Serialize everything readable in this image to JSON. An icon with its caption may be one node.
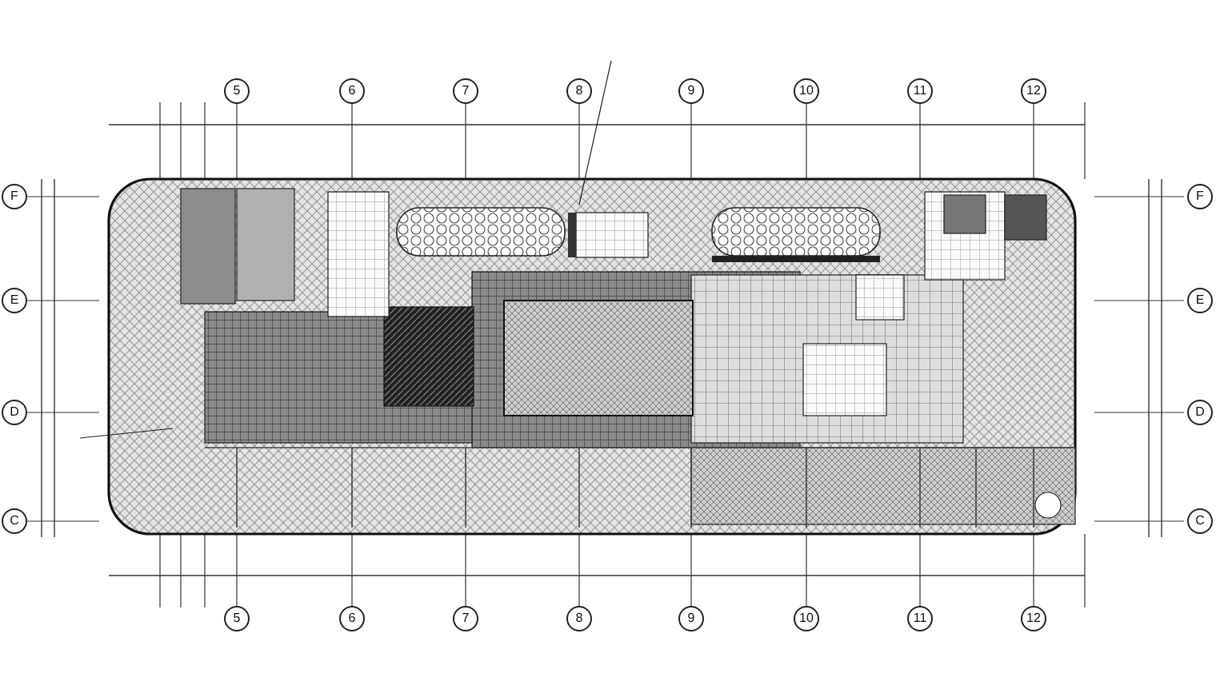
{
  "diagram": {
    "labels": [
      "5",
      "6",
      "7",
      "8",
      "9",
      "10",
      "11",
      "12",
      "F",
      "E",
      "D",
      "C",
      "F",
      "E",
      "D",
      "C",
      "5",
      "6",
      "7",
      "8",
      "9",
      "10",
      "11",
      "12"
    ]
  }
}
